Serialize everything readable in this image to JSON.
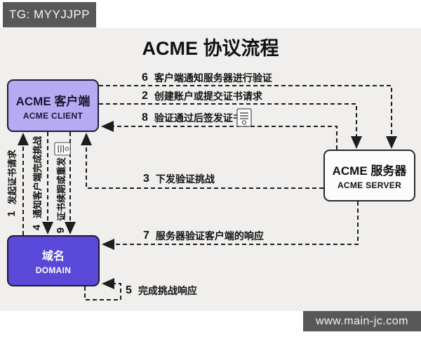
{
  "watermarks": {
    "top": "TG: MYYJJPP",
    "bottom": "www.main-jc.com"
  },
  "title": "ACME 协议流程",
  "nodes": {
    "client": {
      "zh": "ACME 客户端",
      "en": "ACME CLIENT"
    },
    "server": {
      "zh": "ACME 服务器",
      "en": "ACME SERVER"
    },
    "domain": {
      "zh": "域名",
      "en": "DOMAIN"
    }
  },
  "steps": [
    {
      "num": "1",
      "text": "发起证书请求"
    },
    {
      "num": "2",
      "text": "创建账户或提交证书请求"
    },
    {
      "num": "3",
      "text": "下发验证挑战"
    },
    {
      "num": "4",
      "text": "通知客户端完成挑战"
    },
    {
      "num": "5",
      "text": "完成挑战响应"
    },
    {
      "num": "6",
      "text": "客户端通知服务器进行验证"
    },
    {
      "num": "7",
      "text": "服务器验证客户端的响应"
    },
    {
      "num": "8",
      "text": "验证通过后签发证书"
    },
    {
      "num": "9",
      "text": "证书续期或重发"
    }
  ],
  "icons": {
    "certificate": "certificate-icon"
  },
  "colors": {
    "panel_bg": "#f0efed",
    "watermark_bg": "#585858",
    "client_fill": "#b6abf2",
    "domain_fill": "#5a49d8",
    "server_fill": "#fcfcfc",
    "node_border": "#1f1b33",
    "connector": "#1d1d1d"
  }
}
